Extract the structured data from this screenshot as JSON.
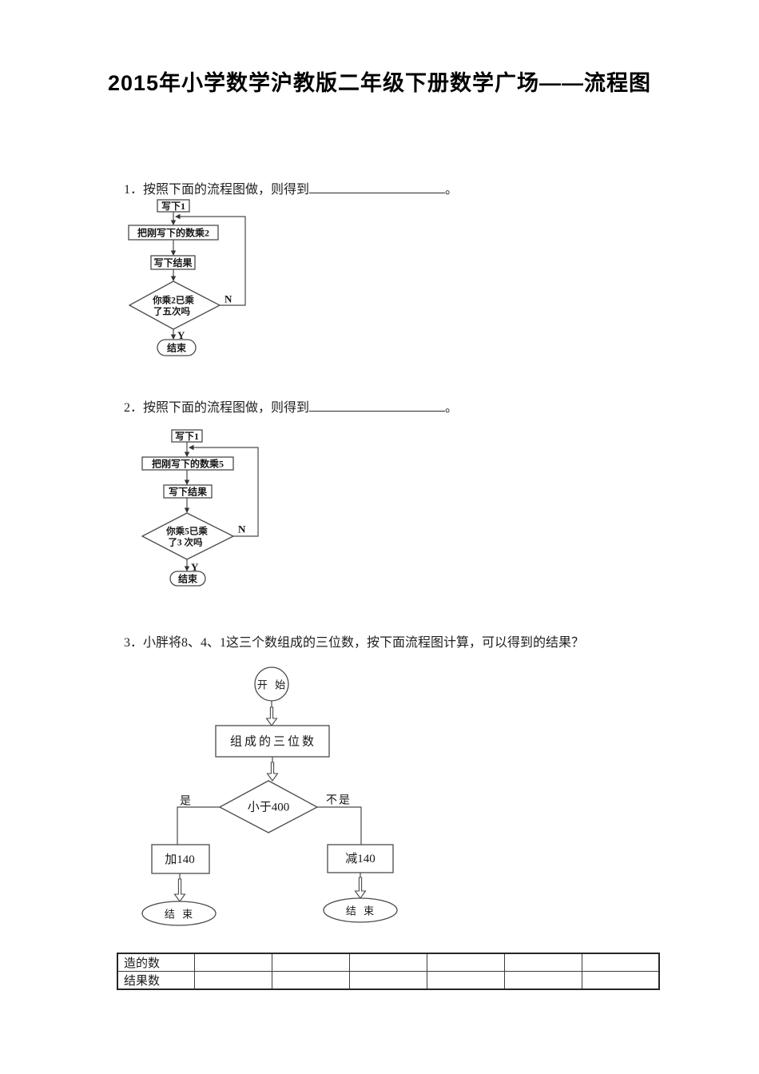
{
  "title": "2015年小学数学沪教版二年级下册数学广场——流程图",
  "colors": {
    "ink": "#1b1b1b",
    "line": "#4a4a4a"
  },
  "q1": {
    "prompt": "1．按照下面的流程图做，则得到",
    "period": "。",
    "fc": {
      "step1": "写下1",
      "step2": "把刚写下的数乘2",
      "step3": "写下结果",
      "decision_line1": "你乘2已乘",
      "decision_line2": "了五次吗",
      "no": "N",
      "yes": "Y",
      "end": "结束"
    }
  },
  "q2": {
    "prompt": "2．按照下面的流程图做，则得到",
    "period": "。",
    "fc": {
      "step1": "写下1",
      "step2": "把刚写下的数乘5",
      "step3": "写下结果",
      "decision_line1": "你乘5已乘",
      "decision_line2": "了3 次吗",
      "no": "N",
      "yes": "Y",
      "end": "结束"
    }
  },
  "q3": {
    "prompt": "3．小胖将8、4、1这三个数组成的三位数，按下面流程图计算，可以得到的结果？",
    "fc": {
      "start": "开 始",
      "step": "组成的三位数",
      "decision": "小于400",
      "yes": "是",
      "no": "不是",
      "yes_action": "加140",
      "no_action": "减140",
      "end_left": "结 束",
      "end_right": "结 束"
    }
  },
  "table": {
    "row1_label": "造的数",
    "row2_label": "结果数",
    "empty_columns": 6
  }
}
